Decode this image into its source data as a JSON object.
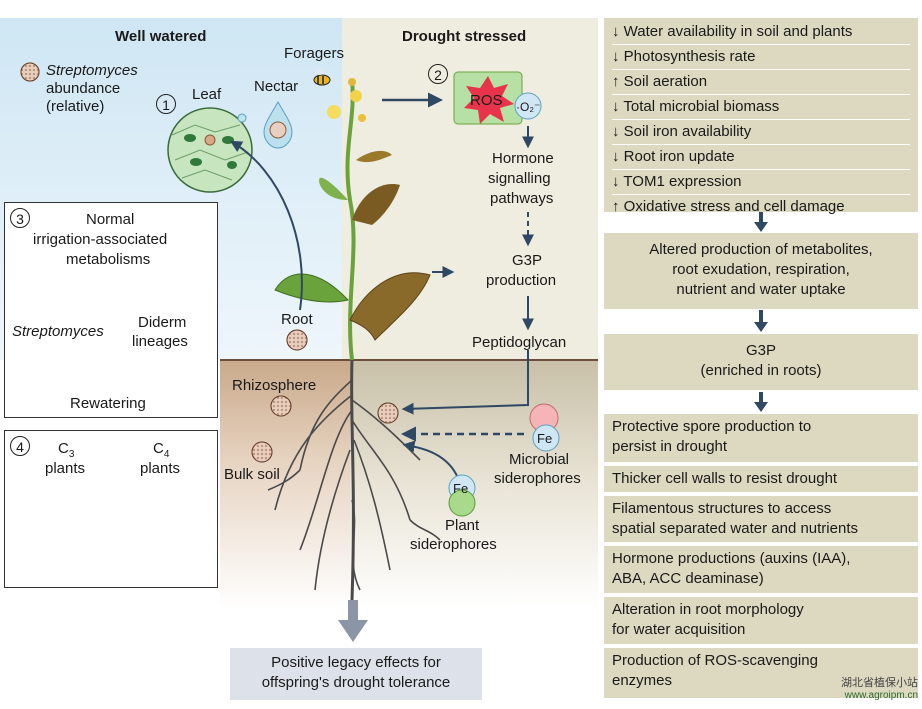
{
  "headers": {
    "well_watered": "Well watered",
    "drought_stressed": "Drought stressed"
  },
  "legend": {
    "line1": "Streptomyces",
    "line2": "abundance",
    "line3": "(relative)"
  },
  "numbers": {
    "n1": "1",
    "n2": "2",
    "n3": "3",
    "n4": "4"
  },
  "plant_labels": {
    "leaf": "Leaf",
    "nectar": "Nectar",
    "foragers": "Foragers",
    "root": "Root",
    "rhizosphere": "Rhizosphere",
    "bulk_soil": "Bulk soil"
  },
  "flow": {
    "ros": "ROS",
    "o2": "·O₂⁻",
    "hormone_1": "Hormone",
    "hormone_2": "signalling",
    "hormone_3": "pathways",
    "g3p_1": "G3P",
    "g3p_2": "production",
    "peptidoglycan": "Peptidoglycan",
    "fe": "Fe",
    "microbial_1": "Microbial",
    "microbial_2": "siderophores",
    "plant_1": "Plant",
    "plant_2": "siderophores"
  },
  "panel3": {
    "line1": "Normal",
    "line2": "irrigation-associated",
    "line3": "metabolisms",
    "streptomyces": "Streptomyces",
    "diderm_1": "Diderm",
    "diderm_2": "lineages",
    "rewatering": "Rewatering"
  },
  "panel4": {
    "c3": "C",
    "c3_sub": "3",
    "c4": "C",
    "c4_sub": "4",
    "plants": "plants"
  },
  "legacy": {
    "line1": "Positive legacy effects for",
    "line2": "offspring's drought tolerance"
  },
  "right_effects": [
    "↓ Water availability in soil and plants",
    "↓ Photosynthesis rate",
    "↑ Soil aeration",
    "↓ Total microbial biomass",
    "↓ Soil iron availability",
    "↓ Root iron update",
    "↓ TOM1 expression",
    "↑ Oxidative stress and cell damage"
  ],
  "right_altered": {
    "line1": "Altered production of metabolites,",
    "line2": "root exudation, respiration,",
    "line3": "nutrient and water uptake"
  },
  "right_g3p": {
    "line1": "G3P",
    "line2": "(enriched in roots)"
  },
  "right_responses": [
    [
      "Protective spore production to",
      "persist in drought"
    ],
    [
      "Thicker cell walls to resist drought"
    ],
    [
      "Filamentous structures to access",
      "spatial separated water and nutrients"
    ],
    [
      "Hormone productions (auxins (IAA),",
      "ABA, ACC deaminase)"
    ],
    [
      "Alteration in root morphology",
      "for water acquisition"
    ],
    [
      "Production of ROS-scavenging",
      "enzymes"
    ]
  ],
  "watermark": {
    "text": "湖北省植保小站",
    "url": "www.agroipm.cn"
  },
  "colors": {
    "well_watered_bg": "#d6eaf5",
    "drought_bg": "#efece0",
    "soil_top": "#dcc3a8",
    "box_bg": "#ddd8c0",
    "arrow": "#2f4863",
    "ros_red": "#e8344a",
    "leaf_green": "#6aa33c"
  }
}
